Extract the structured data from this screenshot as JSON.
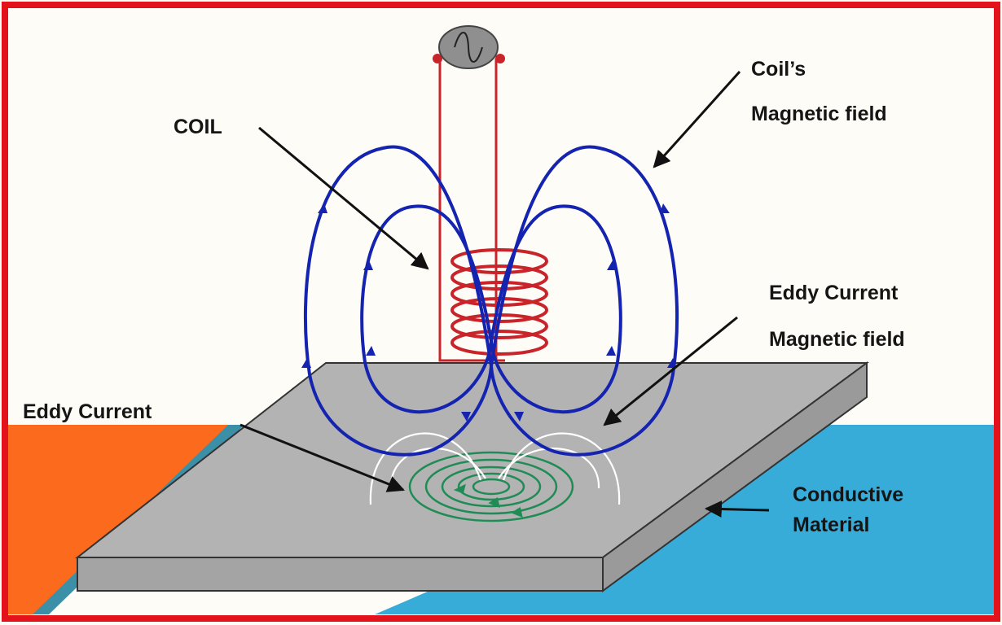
{
  "labels": {
    "coil": "COIL",
    "coil_field_line1": "Coil’s",
    "coil_field_line2": "Magnetic field",
    "eddy_field_line1": "Eddy Current",
    "eddy_field_line2": "Magnetic field",
    "eddy_current": "Eddy Current",
    "material_line1": "Conductive",
    "material_line2": "Material"
  },
  "colors": {
    "frame": "#e3121b",
    "background": "#fdfcf6",
    "left_region": "#fb6a1d",
    "right_region": "#38acd9",
    "plate_top": "#b3b3b3",
    "plate_side": "#a4a4a4",
    "coil_wire": "#c8242a",
    "coil_field": "#1424b0",
    "eddy_field": "#ffffff",
    "eddy_current": "#1f8c55",
    "source": "#8f8f8f"
  },
  "icons": {
    "source": "ac-source-icon"
  }
}
